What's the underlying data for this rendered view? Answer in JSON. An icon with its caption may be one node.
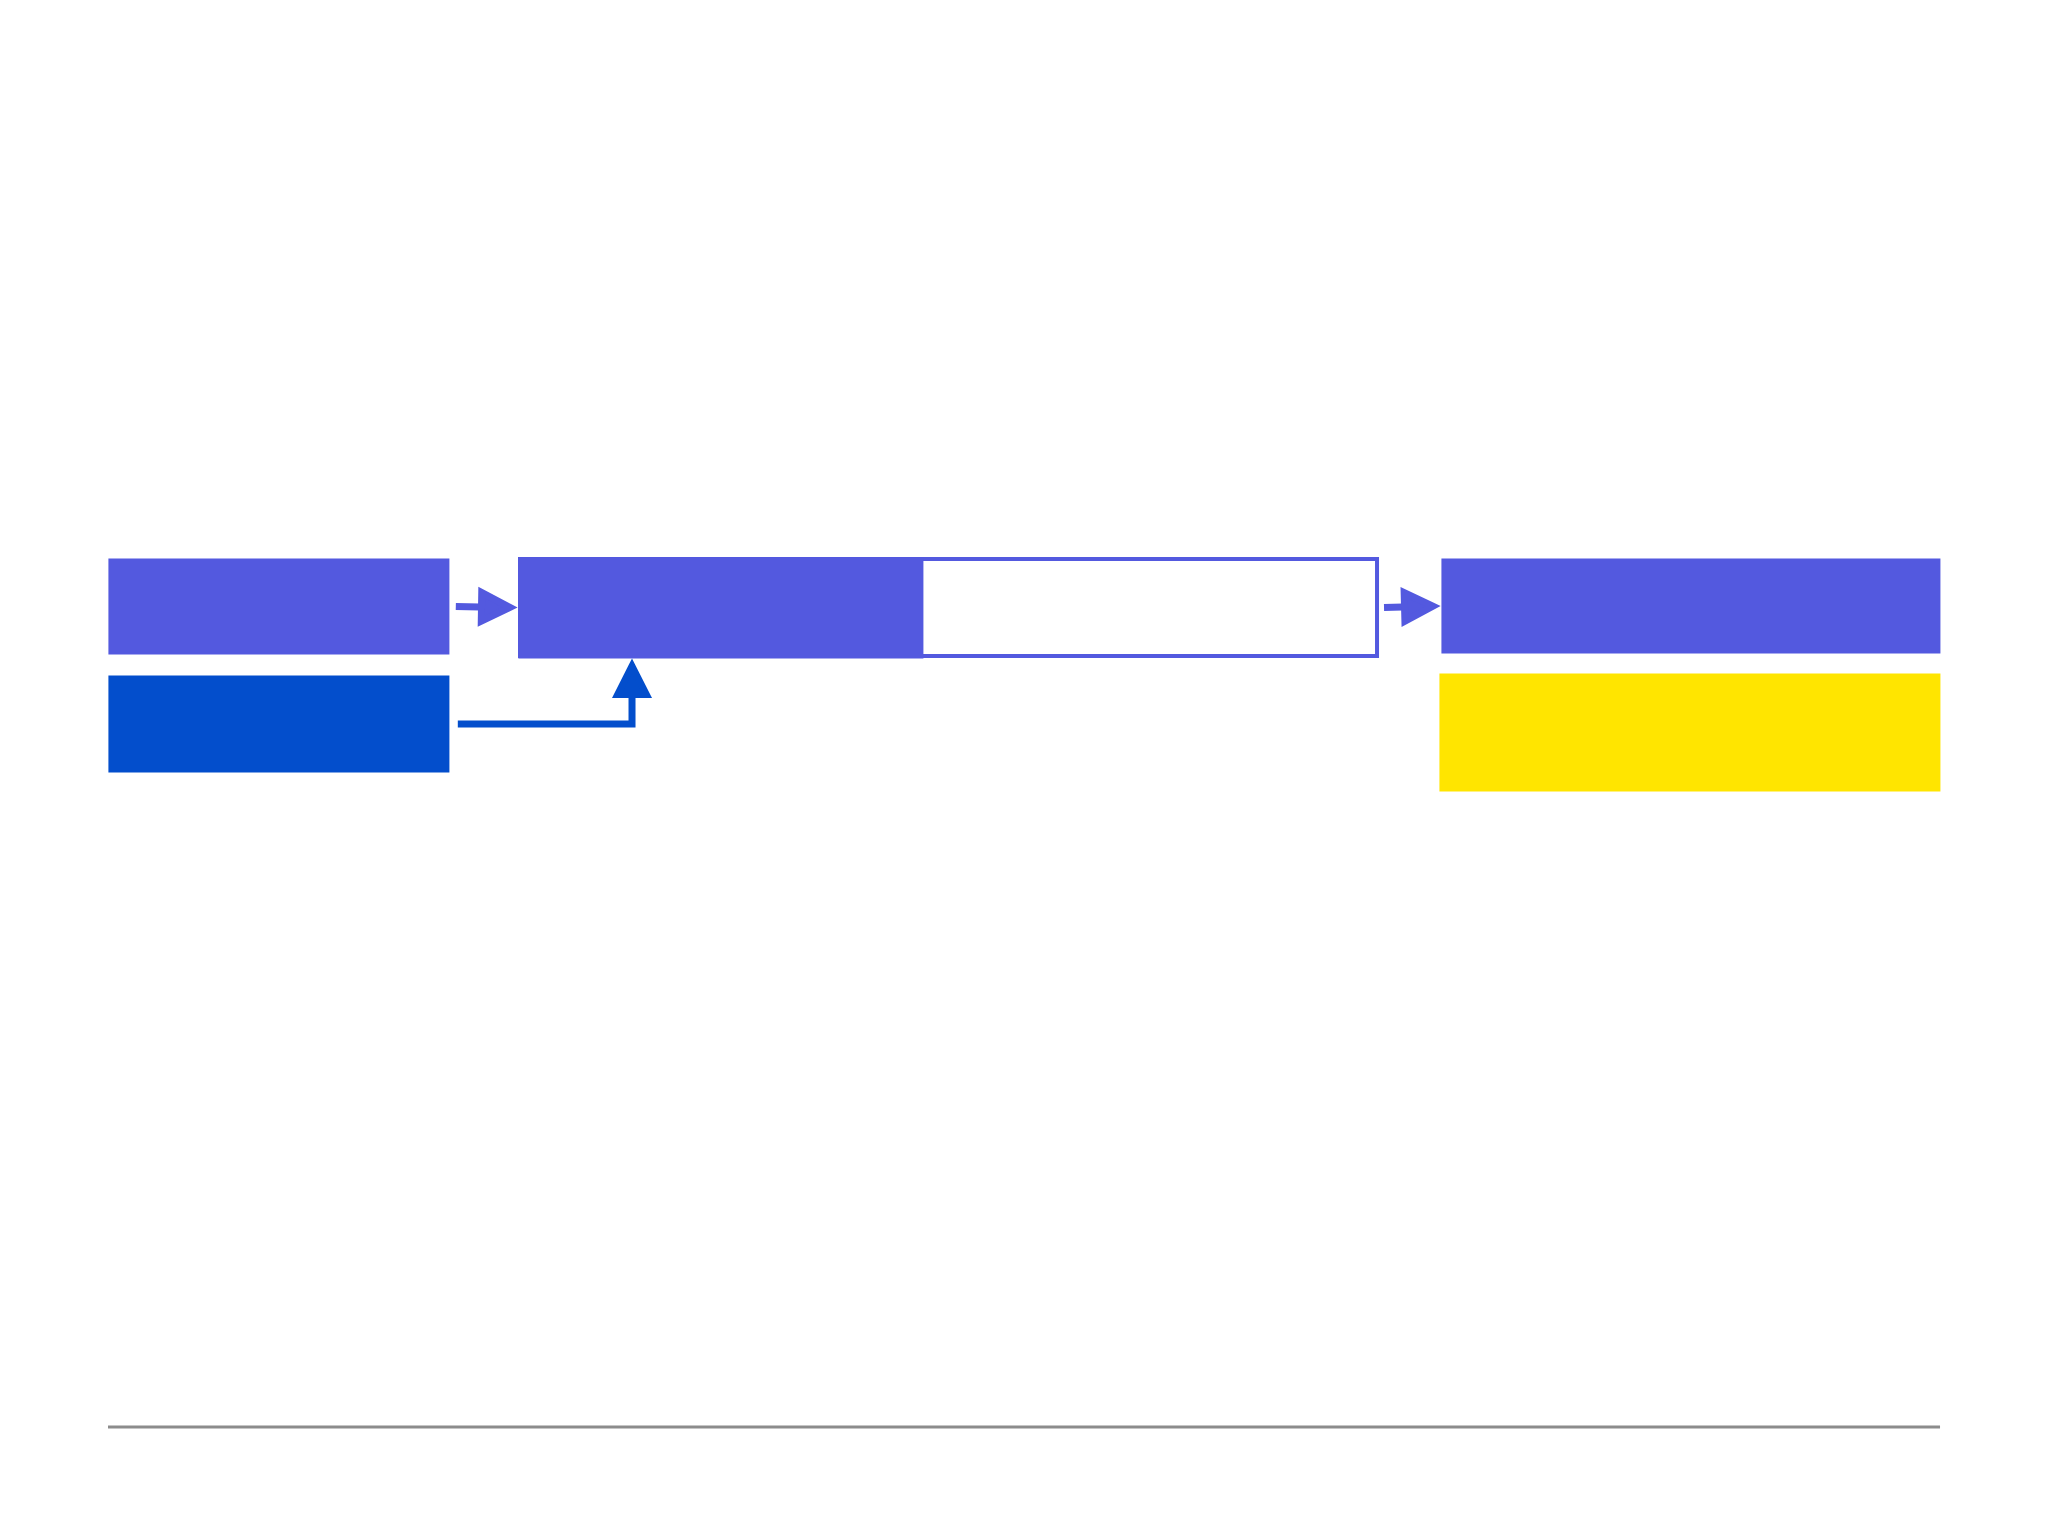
{
  "diagram": {
    "nodes": [
      {
        "text": [],
        "shape": "box"
      },
      {
        "text": [],
        "shape": "box"
      },
      {
        "text": [],
        "shape": "box"
      },
      {
        "text": [],
        "shape": "box",
        "in": 2
      },
      {
        "text": [],
        "shape": "box"
      },
      {
        "text": [],
        "shape": "box"
      }
    ],
    "edges": [
      {
        "from": 0,
        "to": 2,
        "arrow": "to"
      },
      {
        "from": 1,
        "to": 2,
        "arrow": "to",
        "color": "#034ecc"
      },
      {
        "from": 2,
        "to": 4,
        "arrow": "to"
      }
    ]
  }
}
